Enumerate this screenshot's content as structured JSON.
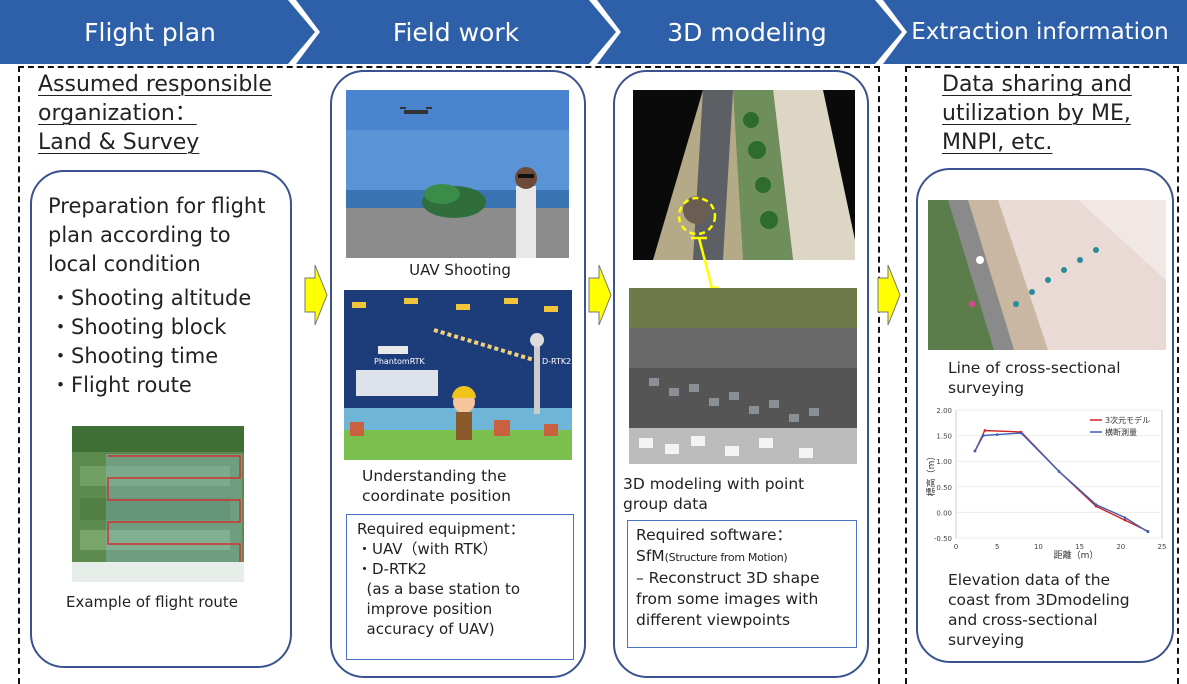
{
  "header": {
    "steps": [
      "Flight plan",
      "Field work",
      "3D modeling",
      "Extraction information"
    ],
    "colors": {
      "arrow_fill": "#2e5fa9",
      "card_border": "#3a5290",
      "box_border": "#4a72c8",
      "flow_arrow": "#ffff00"
    }
  },
  "col1": {
    "org_title": [
      "Assumed responsible",
      "organization：",
      "Land & Survey"
    ],
    "prep_lines": [
      "Preparation for flight",
      "plan according to",
      "local condition"
    ],
    "bullets": [
      "・Shooting altitude",
      "・Shooting block",
      "・Shooting time",
      "・Flight route"
    ],
    "route_caption": "Example of flight route"
  },
  "col2": {
    "uav_caption": "UAV Shooting",
    "coord_caption": [
      "Understanding the",
      "coordinate position"
    ],
    "diagram_labels": {
      "drone": "PhantomRTK",
      "station": "D-RTK2"
    },
    "equipment": [
      "Required equipment：",
      "・UAV（with RTK）",
      "・D-RTK2",
      "  (as a base station to",
      "  improve position",
      "  accuracy of UAV)"
    ]
  },
  "col3": {
    "model_caption": [
      "3D modeling with point",
      "group data"
    ],
    "software_title": "Required software：",
    "software_name": "SfM",
    "software_full": "(Structure from Motion)",
    "software_desc": [
      "– Reconstruct 3D shape",
      "from some images with",
      "different viewpoints"
    ]
  },
  "col4": {
    "title": [
      "Data sharing and",
      "utilization by ME,",
      "MNPI, etc."
    ],
    "cross_caption": [
      "Line of cross-sectional",
      "surveying"
    ],
    "elev_caption": [
      "Elevation data of the",
      "coast from 3Dmodeling",
      "and cross-sectional",
      "surveying"
    ]
  },
  "chart_data": {
    "type": "line",
    "xlabel": "距離（m）",
    "ylabel": "標高（m）",
    "xlim": [
      0,
      25
    ],
    "ylim": [
      -0.5,
      2.0
    ],
    "x_ticks": [
      "0",
      "5",
      "10",
      "15",
      "20",
      "25"
    ],
    "y_ticks": [
      "2.00",
      "1.50",
      "1.00",
      "0.50",
      "0.00",
      "-0.50"
    ],
    "legend_position": "top-right",
    "series": [
      {
        "name": "3次元モデル",
        "color": "#d42020",
        "x": [
          2.3,
          3.5,
          7.9,
          12.5,
          17,
          20.5,
          23.3
        ],
        "y": [
          1.2,
          1.6,
          1.57,
          0.8,
          0.12,
          -0.15,
          -0.37
        ]
      },
      {
        "name": "横断測量",
        "color": "#3a5fb5",
        "x": [
          2.3,
          3.3,
          5.0,
          7.9,
          12.5,
          17,
          20.5,
          23.3
        ],
        "y": [
          1.2,
          1.5,
          1.52,
          1.55,
          0.8,
          0.15,
          -0.1,
          -0.38
        ]
      }
    ]
  }
}
